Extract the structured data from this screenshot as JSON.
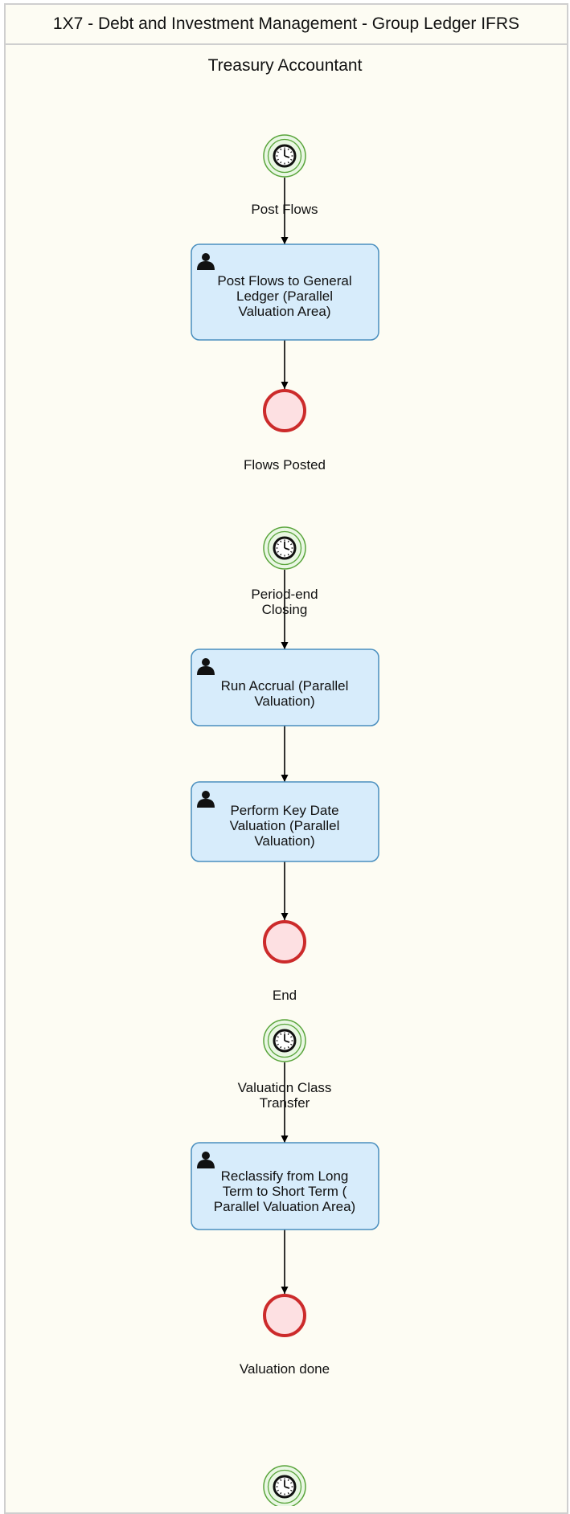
{
  "diagram": {
    "pool_title": "1X7 - Debt and Investment Management - Group Ledger IFRS",
    "lane_title": "Treasury Accountant",
    "start_events": [
      {
        "id": "s1",
        "label": [
          "Post Flows"
        ]
      },
      {
        "id": "s2",
        "label": [
          "Period-end",
          "Closing"
        ]
      },
      {
        "id": "s3",
        "label": [
          "Valuation Class",
          "Transfer"
        ]
      },
      {
        "id": "s4",
        "label": []
      }
    ],
    "tasks": [
      {
        "id": "t1",
        "label": [
          "Post Flows to General",
          "Ledger (Parallel",
          "Valuation Area)"
        ]
      },
      {
        "id": "t2",
        "label": [
          "Run Accrual (Parallel",
          "Valuation)"
        ]
      },
      {
        "id": "t3",
        "label": [
          "Perform Key Date",
          "Valuation (Parallel",
          "Valuation)"
        ]
      },
      {
        "id": "t4",
        "label": [
          "Reclassify from Long",
          "Term to Short Term (",
          "Parallel Valuation Area)"
        ]
      }
    ],
    "end_events": [
      {
        "id": "e1",
        "label": "Flows Posted"
      },
      {
        "id": "e2",
        "label": "End"
      },
      {
        "id": "e3",
        "label": "Valuation done"
      }
    ]
  }
}
